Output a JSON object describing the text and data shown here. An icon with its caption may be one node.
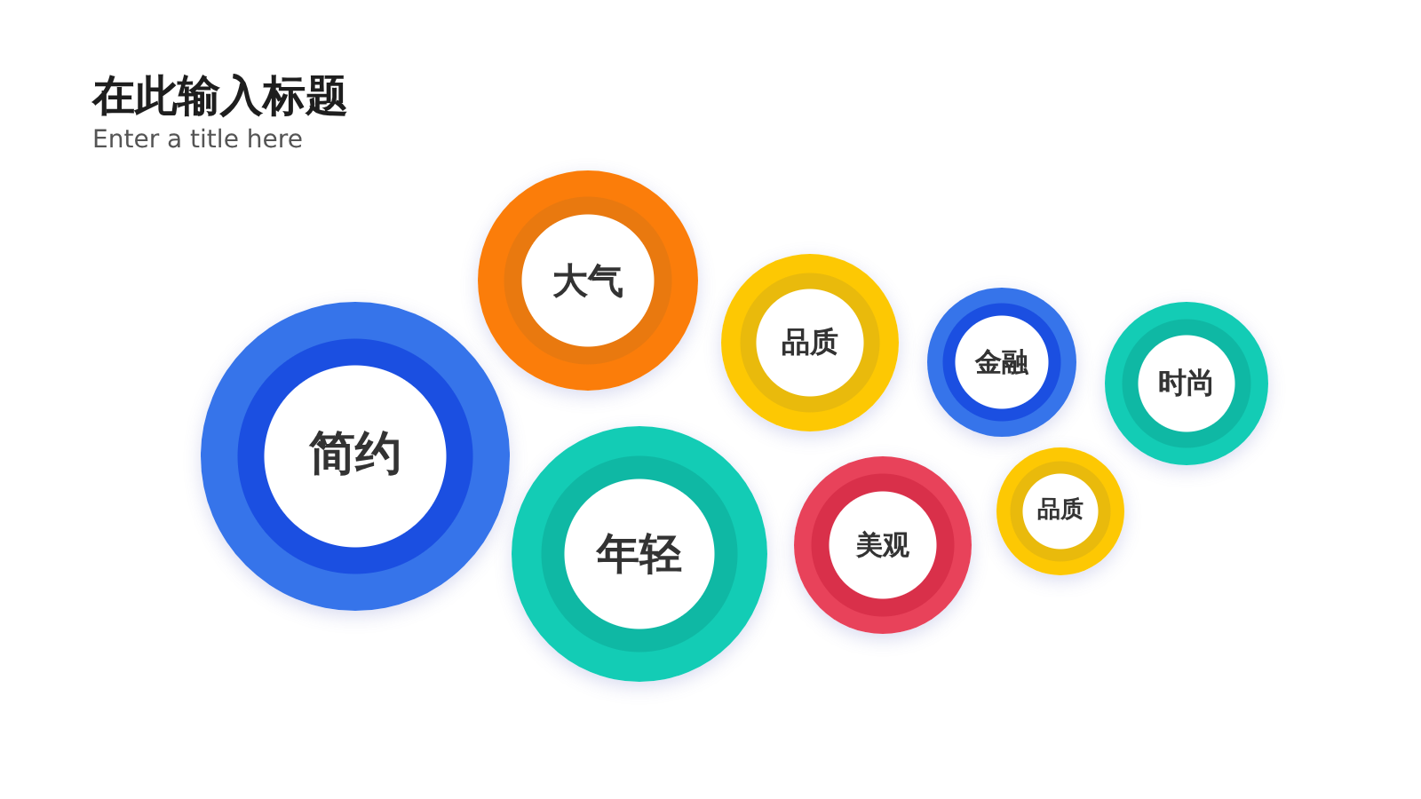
{
  "diagram": {
    "title": "在此输入标题",
    "nodes": [
      {
        "text": [
          "简约"
        ]
      },
      {
        "text": [
          "大气"
        ]
      },
      {
        "text": [
          "年轻"
        ]
      },
      {
        "text": [
          "品质"
        ]
      },
      {
        "text": [
          "美观"
        ]
      },
      {
        "text": [
          "金融"
        ]
      },
      {
        "text": [
          "品质"
        ]
      },
      {
        "text": [
          "时尚"
        ]
      }
    ],
    "labels": [
      "Enter a title here"
    ]
  }
}
